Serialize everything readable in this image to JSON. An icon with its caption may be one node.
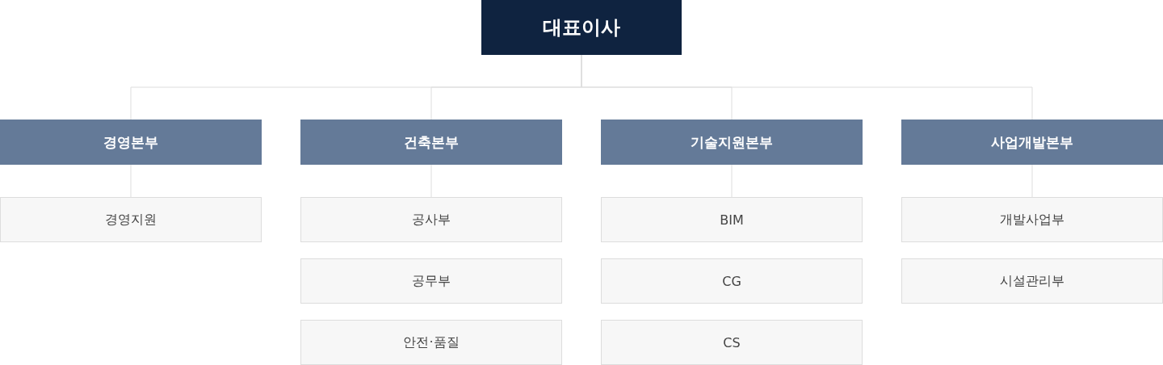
{
  "diagram": {
    "nodes": [
      {
        "text": [
          "대표이사"
        ]
      },
      {
        "text": [
          "경영본부"
        ]
      },
      {
        "text": [
          "건축본부"
        ]
      },
      {
        "text": [
          "기술지원본부"
        ]
      },
      {
        "text": [
          "사업개발본부"
        ]
      },
      {
        "text": [
          "경영지원"
        ]
      },
      {
        "text": [
          "공사부"
        ]
      },
      {
        "text": [
          "공무부"
        ]
      },
      {
        "text": [
          "안전·품질"
        ]
      },
      {
        "text": [
          "BIM"
        ]
      },
      {
        "text": [
          "CG"
        ]
      },
      {
        "text": [
          "CS"
        ]
      },
      {
        "text": [
          "개발사업부"
        ]
      },
      {
        "text": [
          "시설관리부"
        ]
      }
    ],
    "edges": [
      {
        "from": 0,
        "to": 1,
        "arrow": "none"
      },
      {
        "from": 0,
        "to": 2,
        "arrow": "none"
      },
      {
        "from": 0,
        "to": 3,
        "arrow": "none"
      },
      {
        "from": 0,
        "to": 4,
        "arrow": "none"
      },
      {
        "from": 1,
        "to": 5,
        "arrow": "none"
      },
      {
        "from": 2,
        "to": 6,
        "arrow": "none"
      },
      {
        "from": 3,
        "to": 9,
        "arrow": "none"
      },
      {
        "from": 4,
        "to": 12,
        "arrow": "none"
      }
    ]
  }
}
